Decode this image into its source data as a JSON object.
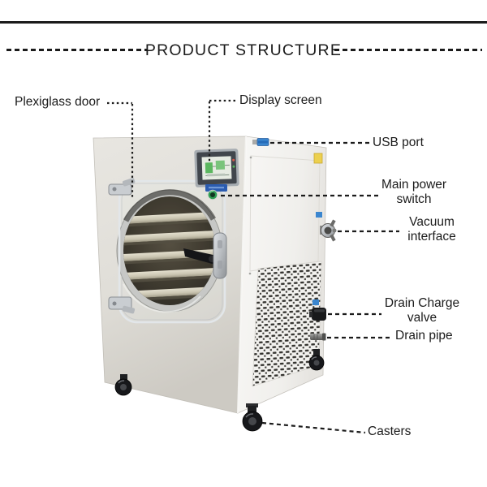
{
  "title": "PRODUCT STRUCTURE",
  "callouts": {
    "plexiglass_door": {
      "label": "Plexiglass door"
    },
    "display_screen": {
      "label": "Display screen"
    },
    "usb_port": {
      "label": "USB port"
    },
    "main_power_switch": {
      "label": "Main power\nswitch"
    },
    "vacuum_interface": {
      "label": "Vacuum\ninterface"
    },
    "drain_charge_valve": {
      "label": "Drain Charge\nvalve"
    },
    "drain_pipe": {
      "label": "Drain pipe"
    },
    "casters": {
      "label": "Casters"
    }
  },
  "colors": {
    "line": "#1b1b1b",
    "machine_front": "#e3e1db",
    "machine_side": "#f3f2ef",
    "chamber_dark": "#1d1913",
    "tray_silver": "#d4cebb",
    "accent_blue": "#3b86cf",
    "label_tag_blue": "#2b5cb0",
    "power_button_green": "#2e9e53",
    "screen_green": "#5bb75f",
    "sticker_yellow": "#ecd04f",
    "caster_black": "#17181b"
  }
}
